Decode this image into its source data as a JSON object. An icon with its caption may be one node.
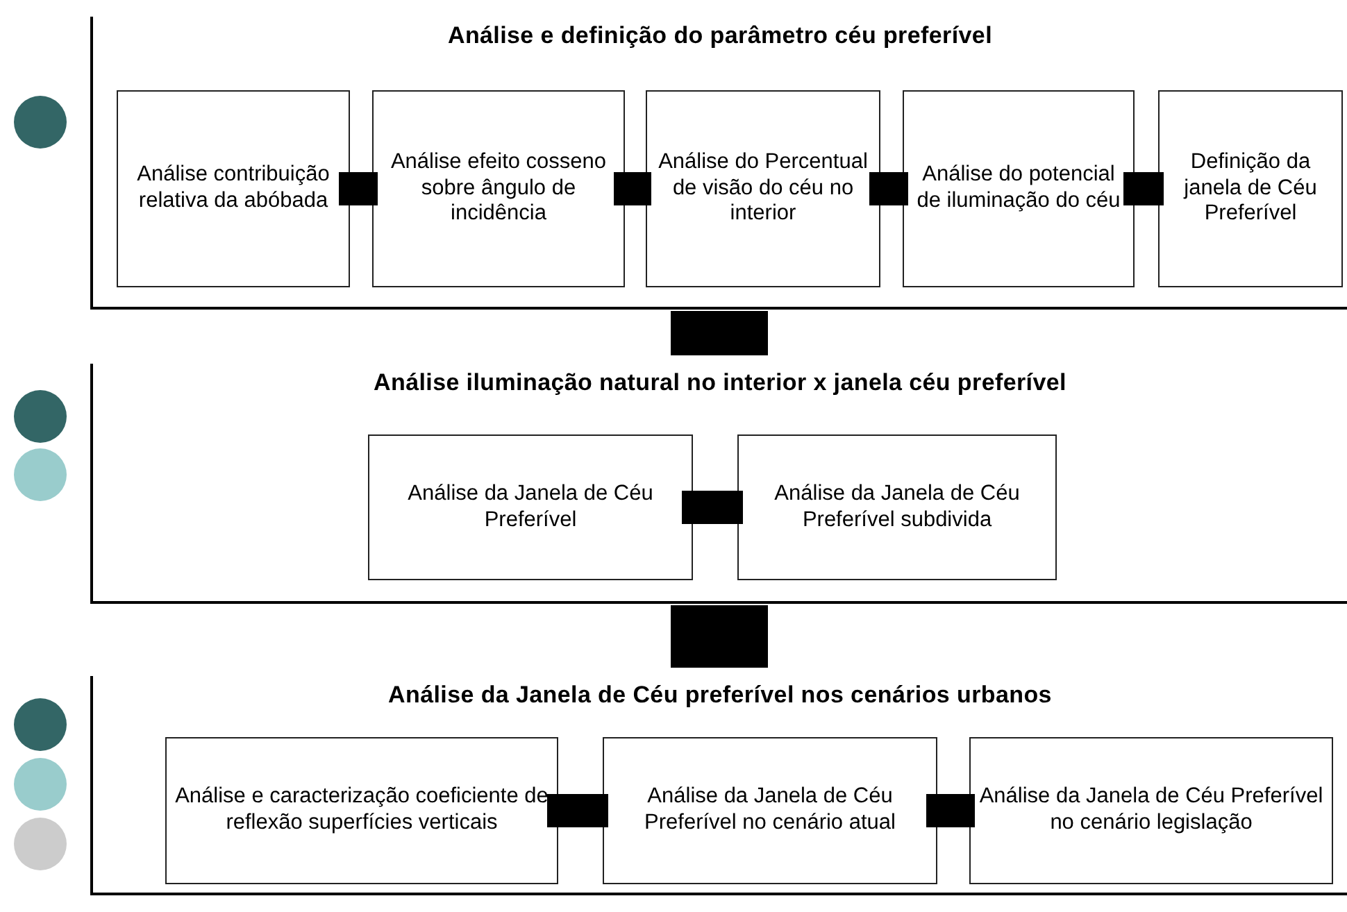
{
  "diagram": {
    "nodes": [
      {
        "text": [
          "Análise e definição do parâmetro céu preferível"
        ]
      },
      {
        "text": [
          "Análise contribuição relativa da abóbada"
        ],
        "in": 0
      },
      {
        "text": [
          "Análise efeito cosseno sobre ângulo de incidência"
        ],
        "in": 0
      },
      {
        "text": [
          "Análise do Percentual de visão do céu no interior"
        ],
        "in": 0
      },
      {
        "text": [
          "Análise do potencial de iluminação do céu"
        ],
        "in": 0
      },
      {
        "text": [
          "Definição da janela de Céu Preferível"
        ],
        "in": 0
      },
      {
        "text": [
          "Análise iluminação natural no interior x janela céu preferível"
        ]
      },
      {
        "text": [
          "Análise da Janela de Céu Preferível"
        ],
        "in": 6
      },
      {
        "text": [
          "Análise da Janela de Céu Preferível subdivida"
        ],
        "in": 6
      },
      {
        "text": [
          "Análise da Janela de Céu preferível nos cenários urbanos"
        ]
      },
      {
        "text": [
          "Análise e caracterização coeficiente de reflexão superfícies verticais"
        ],
        "in": 9
      },
      {
        "text": [
          "Análise da Janela de Céu Preferível no cenário atual"
        ],
        "in": 9
      },
      {
        "text": [
          "Análise da Janela de Céu Preferível no cenário legislação"
        ],
        "in": 9
      }
    ],
    "edges": [
      {
        "from": 1,
        "to": 2,
        "arrow": "none"
      },
      {
        "from": 2,
        "to": 3,
        "arrow": "none"
      },
      {
        "from": 3,
        "to": 4,
        "arrow": "none"
      },
      {
        "from": 4,
        "to": 5,
        "arrow": "none"
      },
      {
        "from": 0,
        "to": 6,
        "arrow": "none",
        "style": "thick"
      },
      {
        "from": 7,
        "to": 8,
        "arrow": "none"
      },
      {
        "from": 6,
        "to": 9,
        "arrow": "none",
        "style": "thick"
      },
      {
        "from": 10,
        "to": 11,
        "arrow": "none"
      },
      {
        "from": 11,
        "to": 12,
        "arrow": "none"
      }
    ]
  }
}
